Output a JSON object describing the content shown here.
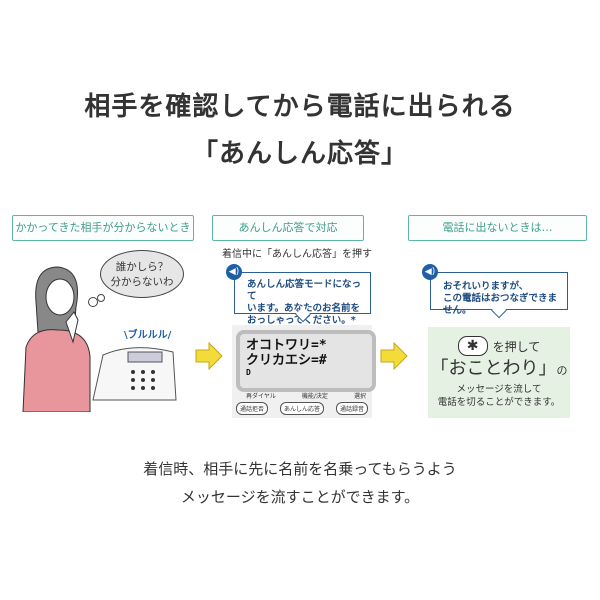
{
  "title": {
    "line1": "相手を確認してから電話に出られる",
    "line2": "「あんしん応答」"
  },
  "steps": [
    {
      "tab": "かかってきた相手が分からないとき",
      "thought": [
        "誰かしら？",
        "分からないわ"
      ],
      "ring": "\\ブルルル/"
    },
    {
      "tab": "あんしん応答で対応",
      "caption": "着信中に「あんしん応答」を押す",
      "bubble": [
        "あんしん応答モードになって",
        "います。あなたのお名前を",
        "おっしゃってください。*"
      ],
      "display": [
        "オコトワリ=*",
        "クリカエシ=#",
        "D"
      ],
      "key_labels": [
        "再ダイヤル",
        "機能/決定",
        "選択"
      ],
      "keys": [
        "通話拒否",
        "あんしん応答",
        "通話録音"
      ]
    },
    {
      "tab": "電話に出ないときは…",
      "bubble": [
        "おそれいりますが、",
        "この電話はおつなぎできません。"
      ],
      "key": "✱",
      "press": "を押して",
      "big": "「おことわり」",
      "no": "の",
      "result": [
        "メッセージを流して",
        "電話を切ることができます。"
      ]
    }
  ],
  "bottom": {
    "line1": "着信時、相手に先に名前を名乗ってもらうよう",
    "line2": "メッセージを流すことができます。"
  }
}
